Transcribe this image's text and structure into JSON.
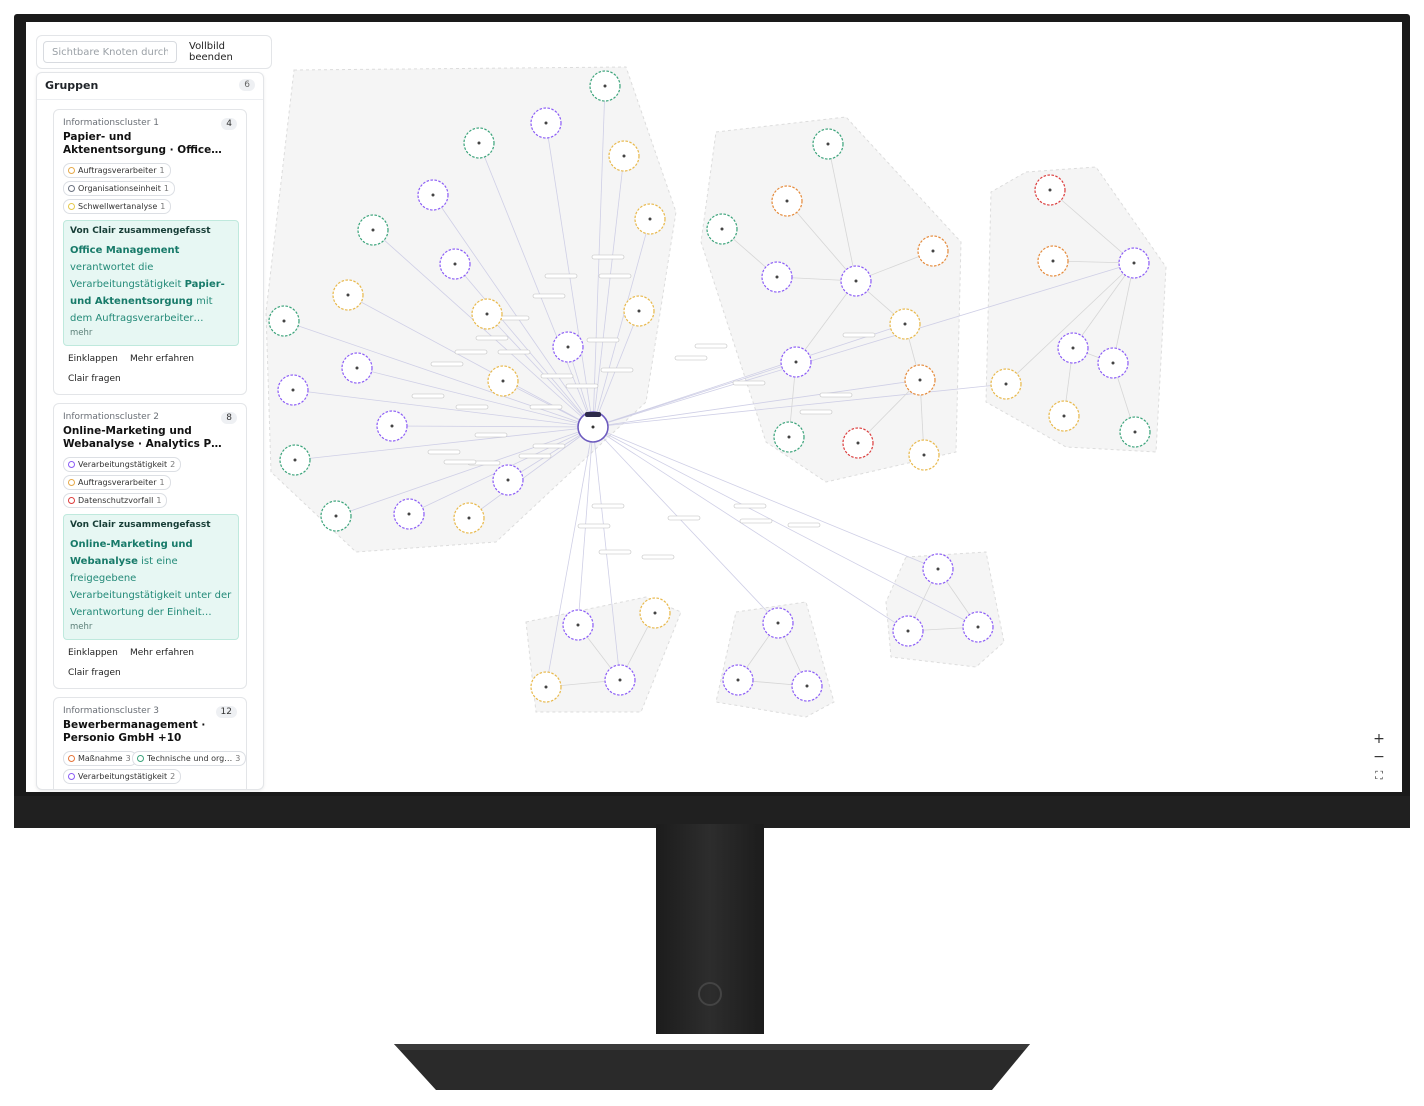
{
  "topbar": {
    "search_placeholder": "Sichtbare Knoten durchs",
    "exit_fullscreen_label": "Vollbild beenden"
  },
  "panel": {
    "title": "Gruppen",
    "count": "6"
  },
  "clusters": [
    {
      "kicker": "Informationscluster 1",
      "count": "4",
      "title": "Papier- und Aktenentsorgung · Office…",
      "tags": [
        {
          "label": "Auftragsverarbeiter",
          "count": "1",
          "color": "#e5a94a"
        },
        {
          "label": "Organisationseinheit",
          "count": "1",
          "color": "#6b7280"
        },
        {
          "label": "Schwellwertanalyse",
          "count": "1",
          "color": "#e5c94a"
        }
      ],
      "summary": {
        "heading": "Von Clair zusammengefasst",
        "t1": "Office Management",
        "t2": " verantwortet die Verarbeitungstätigkeit ",
        "t3": "Papier- und Aktenentsorgung",
        "t4": " mit dem Auftragsverarbeiter…",
        "more": "mehr"
      },
      "collapse_label": "Einklappen",
      "learn_label": "Mehr erfahren",
      "ask_label": "Clair fragen"
    },
    {
      "kicker": "Informationscluster 2",
      "count": "8",
      "title": "Online-Marketing und Webanalyse · Analytics P…",
      "tags": [
        {
          "label": "Verarbeitungstätigkeit",
          "count": "2",
          "color": "#8b5cf6"
        },
        {
          "label": "Auftragsverarbeiter",
          "count": "1",
          "color": "#e5a94a"
        },
        {
          "label": "Datenschutzvorfall",
          "count": "1",
          "color": "#dc3d3d"
        }
      ],
      "summary": {
        "heading": "Von Clair zusammengefasst",
        "t1": "Online-Marketing und Webanalyse",
        "t2": " ist eine freigegebene Verarbeitungstätigkeit unter der Verantwortung der Einheit…",
        "t3": "",
        "t4": "",
        "more": "mehr"
      },
      "collapse_label": "Einklappen",
      "learn_label": "Mehr erfahren",
      "ask_label": "Clair fragen"
    },
    {
      "kicker": "Informationscluster 3",
      "count": "12",
      "title": "Bewerbermanagement · Personio GmbH +10",
      "tags": [
        {
          "label": "Maßnahme",
          "count": "3",
          "color": "#e5743a"
        },
        {
          "label": "Technische und org…",
          "count": "3",
          "color": "#3aa37a"
        },
        {
          "label": "Verarbeitungstätigkeit",
          "count": "2",
          "color": "#8b5cf6"
        }
      ]
    }
  ],
  "zoom": {
    "in_label": "+",
    "out_label": "−",
    "fit_label": "⛶"
  },
  "colors": {
    "accent_teal": "#238a78",
    "node_green": "#3aa37a",
    "node_purple": "#8b5cf6",
    "node_yellow": "#e8b84a",
    "node_orange": "#e58a3a",
    "node_red": "#dc3d3d"
  }
}
